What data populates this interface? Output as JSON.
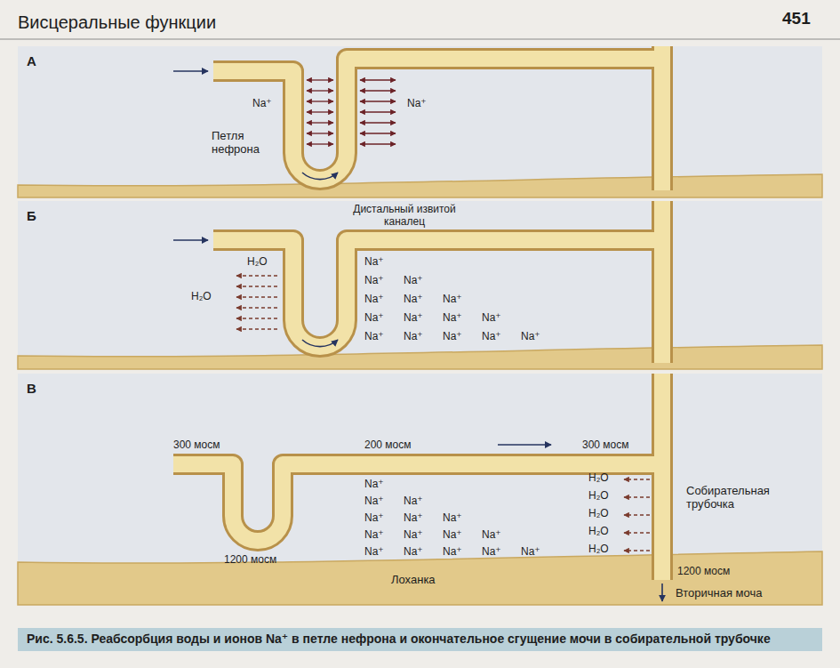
{
  "diagram": {
    "title": "Висцеральные функции",
    "caption": "Рис. 5.6.5. Реабсорбция воды и ионов Na⁺ в петле нефрона и окончательное сгущение мочи в собирательной трубочке",
    "nodes": [
      {
        "text": [
          "А"
        ]
      },
      {
        "text": [
          "Б"
        ]
      },
      {
        "text": [
          "В"
        ]
      }
    ],
    "labels": [
      "451",
      "Na⁺",
      "Na⁺",
      "Петля нефрона",
      "Дистальный извитой каналец",
      "H₂O",
      "H₂O",
      "Na⁺",
      "Na⁺",
      "Na⁺",
      "Na⁺",
      "Na⁺",
      "Na⁺",
      "Na⁺",
      "Na⁺",
      "Na⁺",
      "Na⁺",
      "Na⁺",
      "Na⁺",
      "Na⁺",
      "Na⁺",
      "Na⁺",
      "300 мосм",
      "200 мосм",
      "300 мосм",
      "Na⁺",
      "Na⁺",
      "Na⁺",
      "Na⁺",
      "Na⁺",
      "Na⁺",
      "Na⁺",
      "Na⁺",
      "Na⁺",
      "Na⁺",
      "Na⁺",
      "Na⁺",
      "Na⁺",
      "Na⁺",
      "Na⁺",
      "H₂O",
      "H₂O",
      "H₂O",
      "H₂O",
      "H₂O",
      "Собирательная трубочка",
      "1200 мосм",
      "1200 мосм",
      "Лоханка",
      "Вторичная моча"
    ]
  }
}
